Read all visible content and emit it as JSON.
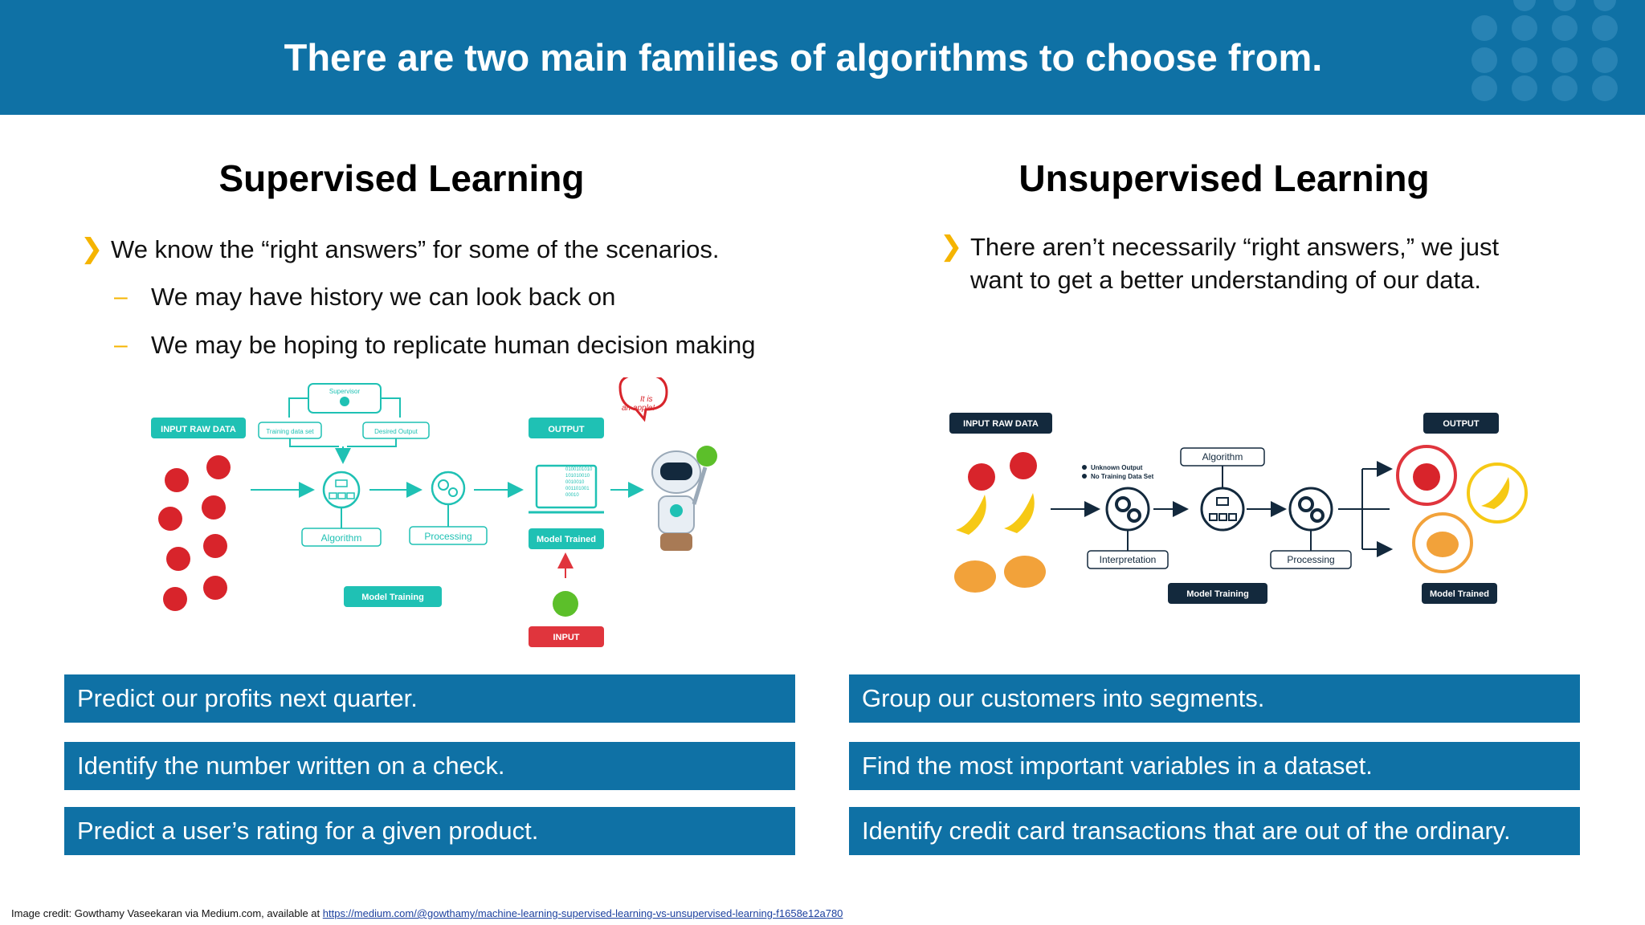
{
  "header": {
    "title": "There are two main families of algorithms to choose from."
  },
  "supervised": {
    "title": "Supervised Learning",
    "bullet": "We know the “right answers” for some of the scenarios.",
    "subbullets": [
      "We may have history we can look back on",
      "We may be hoping to replicate human decision making"
    ],
    "diagram": {
      "input_raw_data": "INPUT RAW DATA",
      "supervisor": "Supervisor",
      "training_data_set": "Training data set",
      "desired_output": "Desired Output",
      "algorithm": "Algorithm",
      "processing": "Processing",
      "output": "OUTPUT",
      "binary_lines": [
        "0100101010",
        "101010010",
        "0010010",
        "001101001",
        "00010"
      ],
      "model_trained": "Model Trained",
      "model_training": "Model Training",
      "input": "INPUT",
      "speech": [
        "It is",
        "an apple!"
      ]
    },
    "examples": [
      "Predict our profits next quarter.",
      "Identify the number written on a check.",
      "Predict a user’s rating for a given product."
    ]
  },
  "unsupervised": {
    "title": "Unsupervised Learning",
    "bullet": "There aren’t necessarily “right answers,” we just want to get a better understanding of our data.",
    "diagram": {
      "input_raw_data": "INPUT RAW DATA",
      "output": "OUTPUT",
      "unknown_output": "Unknown Output",
      "no_training_data": "No Training Data Set",
      "algorithm": "Algorithm",
      "interpretation": "Interpretation",
      "processing": "Processing",
      "model_training": "Model Training",
      "model_trained": "Model Trained"
    },
    "examples": [
      "Group our customers into segments.",
      "Find the most important variables in a dataset.",
      "Identify credit card transactions that are out of the ordinary."
    ]
  },
  "credit": {
    "text": "Image credit: Gowthamy Vaseekaran via Medium.com, available at ",
    "link": "https://medium.com/@gowthamy/machine-learning-supervised-learning-vs-unsupervised-learning-f1658e12a780"
  },
  "colors": {
    "header": "#0f71a5",
    "teal": "#1fc1b4",
    "accent": "#f5b400",
    "dark": "#13293d",
    "red_input": "#e0353d"
  }
}
